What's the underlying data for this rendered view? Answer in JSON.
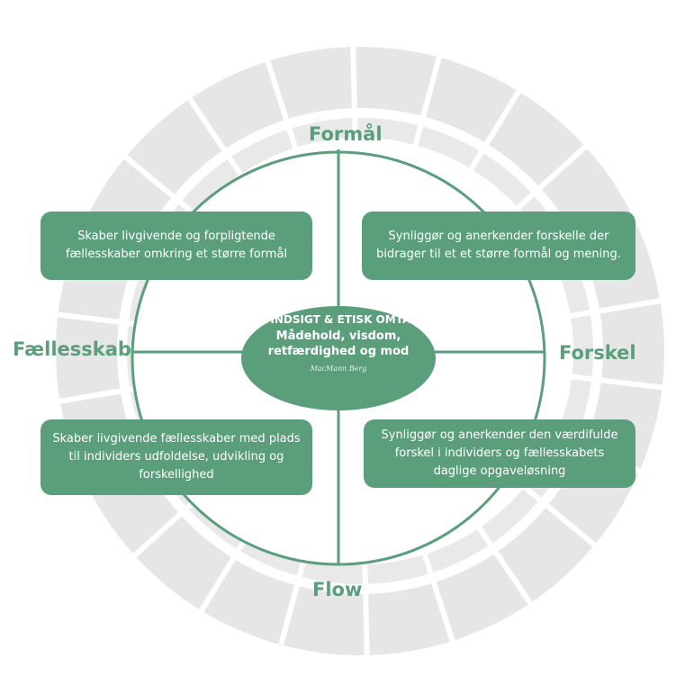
{
  "colors": {
    "accent": "#5a9e7c",
    "ring_gray": "#e6e6e6",
    "text_on_accent": "#ffffff"
  },
  "axes": {
    "top": "Formål",
    "left": "Fællesskab",
    "right": "Forskel",
    "bottom": "Flow"
  },
  "quadrants": {
    "top_left": "Skaber livgivende og forpligtende fællesskaber omkring et større formål",
    "top_right": "Synliggør og anerkender forskelle der bidrager til et et større formål og mening.",
    "bottom_left": "Skaber livgivende fællesskaber med plads til individers udfoldelse, udvikling og forskellighed",
    "bottom_right": "Synliggør og anerkender den værdifulde forskel i individers og fællesskabets daglige opgaveløsning"
  },
  "center": {
    "heading": "SELVINDSIGT & ETISK OMTANKE",
    "values": "Mådehold, visdom, retfærdighed og mod",
    "signature": "MacMann Berg"
  }
}
